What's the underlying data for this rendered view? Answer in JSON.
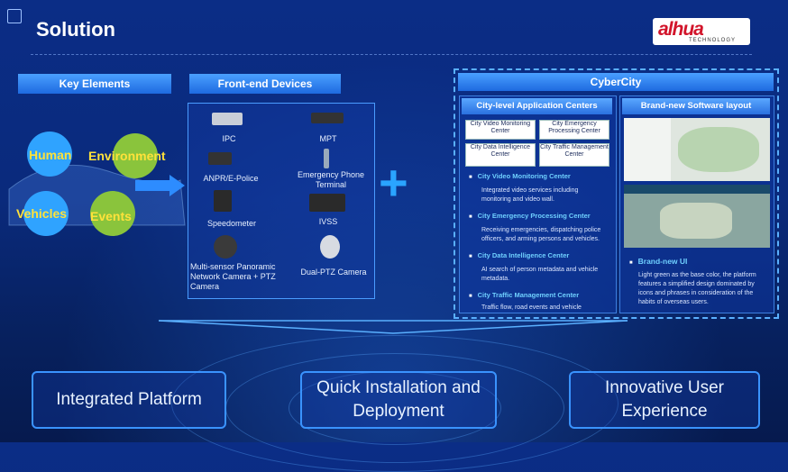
{
  "title": "Solution",
  "logo": {
    "word": "alhua",
    "sub": "TECHNOLOGY"
  },
  "key_elements": {
    "header": "Key Elements",
    "items": [
      "Human",
      "Environment",
      "Vehicles",
      "Events"
    ]
  },
  "front_end": {
    "header": "Front-end Devices",
    "devices": [
      "IPC",
      "MPT",
      "ANPR/E-Police",
      "Emergency Phone Terminal",
      "Speedometer",
      "IVSS",
      "Multi-sensor Panoramic Network Camera + PTZ Camera",
      "Dual-PTZ Camera"
    ]
  },
  "cybercity": {
    "header": "CyberCity",
    "left_header": "City-level Application Centers",
    "buttons": [
      "City Video Monitoring Center",
      "City Emergency Processing Center",
      "City Data Intelligence Center",
      "City Traffic Management Center"
    ],
    "bullets": [
      {
        "title": "City Video Monitoring Center",
        "desc": "Integrated video services including monitoring and video wall."
      },
      {
        "title": "City Emergency Processing Center",
        "desc": "Receiving emergencies, dispatching police officers, and arming persons and vehicles."
      },
      {
        "title": "City Data Intelligence Center",
        "desc": "AI search of person metadata and vehicle metadata."
      },
      {
        "title": "City Traffic Management Center",
        "desc": "Traffic flow, road events and vehicle violation."
      }
    ],
    "right_header": "Brand-new Software layout",
    "ui_title": "Brand-new UI",
    "ui_desc": "Light green as the base color, the platform features a simplified design dominated by icons and phrases in consideration of the habits of overseas users."
  },
  "bottom": [
    "Integrated Platform",
    "Quick Installation and Deployment",
    "Innovative User Experience"
  ]
}
